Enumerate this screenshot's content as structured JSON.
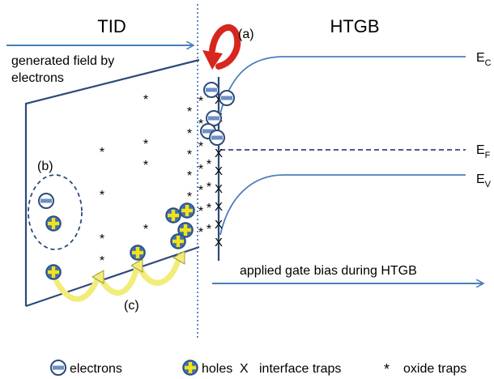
{
  "headings": {
    "left": "TID",
    "right": "HTGB"
  },
  "labels": {
    "generated_field_line1": "generated field by",
    "generated_field_line2": "electrons",
    "applied_bias": "applied gate bias during HTGB",
    "mark_a": "(a)",
    "mark_b": "(b)",
    "mark_c": "(c)"
  },
  "bands": {
    "ec": {
      "main": "E",
      "sub": "C"
    },
    "ef": {
      "main": "E",
      "sub": "F"
    },
    "ev": {
      "main": "E",
      "sub": "V"
    }
  },
  "trap_marks": {
    "interface": "X",
    "oxide": "*"
  },
  "legend": {
    "electrons": "electrons",
    "holes": "holes",
    "interface_symbol": "X",
    "interface": "interface traps",
    "oxide_symbol": "*",
    "oxide": "oxide traps"
  },
  "colors": {
    "line_blue": "#4a7ebb",
    "dark_blue": "#2e4a7a",
    "electron_fill": "#6d8fc4",
    "hole_fill": "#3f6fb0",
    "hole_cross": "#f3e11a",
    "red_arrow": "#d7261e",
    "yellow_arrow": "#f2ec7a"
  }
}
